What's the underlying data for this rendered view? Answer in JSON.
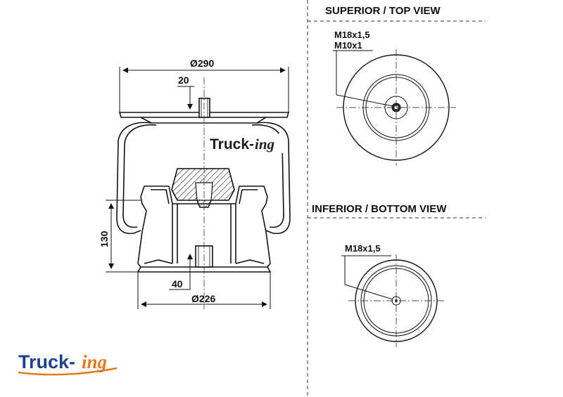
{
  "views": {
    "top_heading": "SUPERIOR / TOP VIEW",
    "bottom_heading": "INFERIOR / BOTTOM VIEW"
  },
  "dimensions": {
    "top_diameter": "Ø290",
    "top_offset": "20",
    "height": "130",
    "bottom_offset": "40",
    "bottom_diameter": "Ø226"
  },
  "threads": {
    "top_thread_1": "M18x1,5",
    "top_thread_2": "M10x1",
    "bottom_thread": "M18x1,5"
  },
  "logo": {
    "part1": "Truck-",
    "part2": "ing"
  },
  "colors": {
    "logo_dark": "#1c1c1c",
    "logo_blue": "#1f3f8f",
    "logo_orange": "#e07b20"
  }
}
